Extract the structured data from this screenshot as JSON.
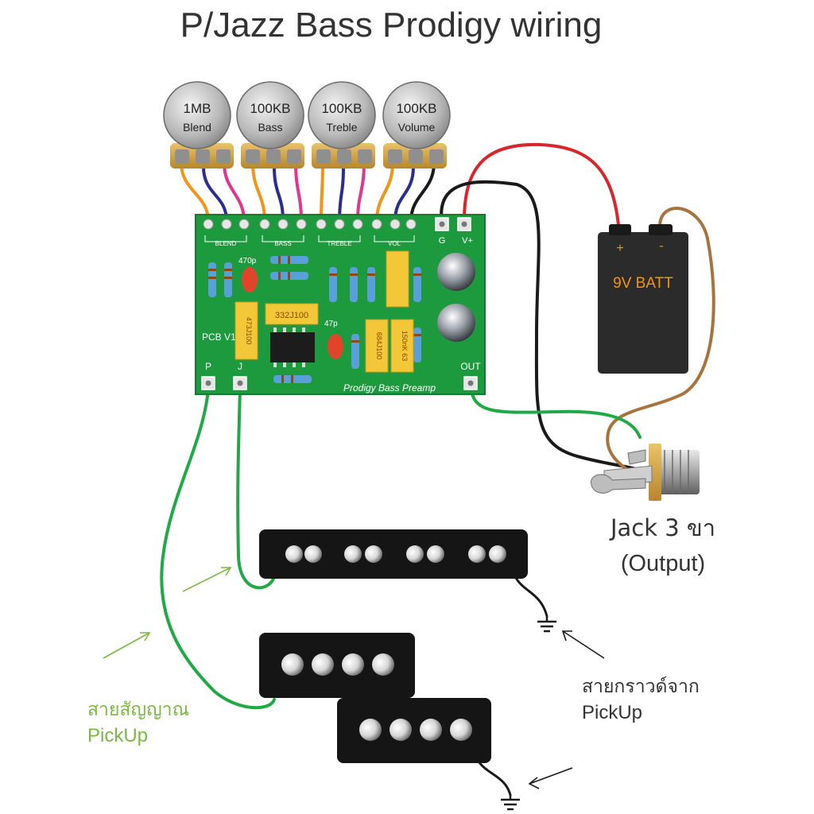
{
  "title": "P/Jazz Bass Prodigy wiring",
  "pots": [
    {
      "value": "1MB",
      "name": "Blend"
    },
    {
      "value": "100KB",
      "name": "Bass"
    },
    {
      "value": "100KB",
      "name": "Treble"
    },
    {
      "value": "100KB",
      "name": "Volume"
    }
  ],
  "pcb": {
    "pad_labels": [
      "BLEND",
      "BASS",
      "TREBLE",
      "VOL"
    ],
    "ground_label": "G",
    "vplus_label": "V+",
    "version": "PCB V1",
    "out_label": "OUT",
    "p_label": "P",
    "j_label": "J",
    "name": "Prodigy Bass Preamp",
    "cap_small_1": "470p",
    "cap_small_2": "47p",
    "cap_box_main": "332J100",
    "cap_box_side": "473J100",
    "cap_box_right_1": "684J100",
    "cap_box_right_2": "150nK 63"
  },
  "battery": {
    "label": "9V BATT",
    "plus": "+",
    "minus": "-"
  },
  "jack": {
    "label_line1": "Jack 3 ขา",
    "label_line2": "(Output)"
  },
  "annotations": {
    "signal_line1": "สายสัญญาณ",
    "signal_line2": "PickUp",
    "ground_line1": "สายกราวด์จาก",
    "ground_line2": "PickUp"
  },
  "colors": {
    "wire_green": "#1faa45",
    "wire_black": "#1a1a1a",
    "wire_red": "#d8262a",
    "wire_brown": "#a8743e",
    "wire_orange": "#f29418",
    "wire_blue": "#2a2f8f",
    "wire_pink": "#e0368f",
    "pcb_green": "#1e9a3e",
    "annotation_green": "#7ab943"
  }
}
